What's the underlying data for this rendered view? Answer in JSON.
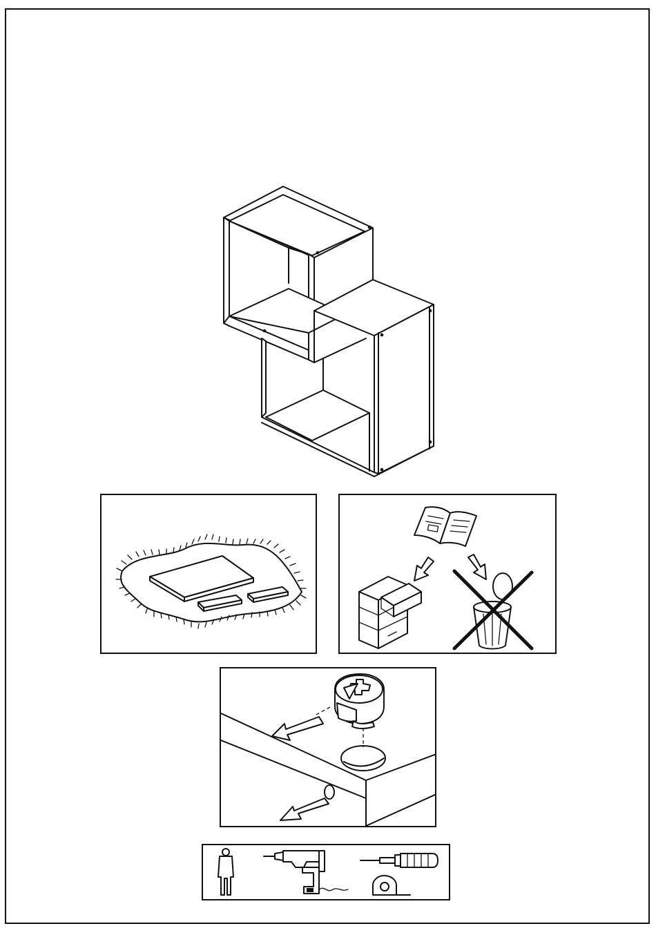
{
  "document": {
    "type": "furniture assembly instruction sheet",
    "product_illustration": "two-cube-wall-shelf",
    "panels": [
      {
        "id": "protect-floor",
        "icon": "parts-on-soft-blanket"
      },
      {
        "id": "keep-instructions",
        "icon": "keep-manual-not-trash"
      },
      {
        "id": "cam-lock",
        "icon": "cam-lock-fitting"
      },
      {
        "id": "tools",
        "icons": [
          "person-icon",
          "power-drill-icon",
          "screwdriver-icon",
          "tape-measure-icon"
        ]
      }
    ]
  },
  "colors": {
    "line": "#111111",
    "background": "#ffffff"
  }
}
